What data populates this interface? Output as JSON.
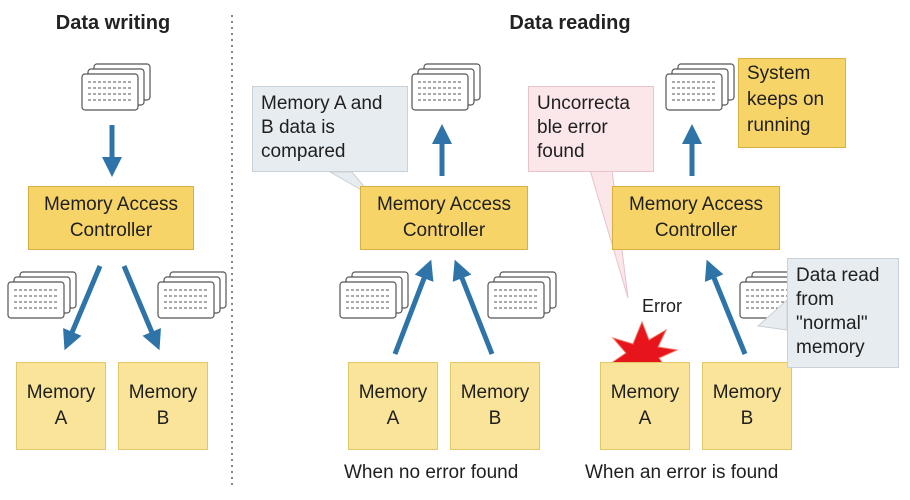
{
  "headings": {
    "writing": "Data writing",
    "reading": "Data reading"
  },
  "controllers": {
    "label": "Memory Access\nController"
  },
  "memories": {
    "a": "Memory\nA",
    "b": "Memory\nB"
  },
  "callouts": {
    "compared": "Memory A and\nB data is\ncompared",
    "uncorrectable": "Uncorrecta\nble error\nfound",
    "normal_read": "Data read\nfrom\n\"normal\"\nmemory",
    "system_running": "System\nkeeps on\nrunning"
  },
  "error_label": "Error",
  "captions": {
    "no_error": "When no error found",
    "error_found": "When an error is found"
  },
  "colors": {
    "arrow": "#2e74a8",
    "controller_fill": "#f6d468",
    "memory_fill": "#f9e49a",
    "error_burst": "#e8141b",
    "divider": "#888888"
  }
}
